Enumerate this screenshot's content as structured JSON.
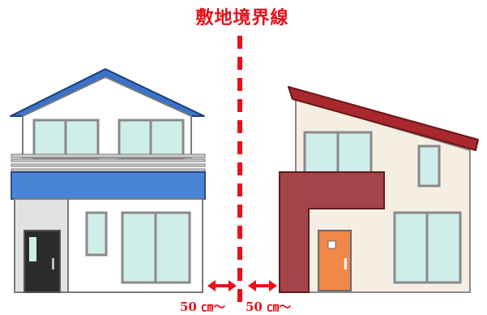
{
  "boundary_label": "敷地境界線",
  "distance_left": "50 ㎝〜",
  "distance_right": "50 ㎝〜",
  "colors": {
    "boundary": "#e8101a",
    "left_roof": "#3a73c9",
    "left_balcony": "#4a84d6",
    "right_roof": "#a8282e",
    "right_facade": "#a34548",
    "right_wall": "#f4efe2",
    "right_door": "#f2874a",
    "left_door": "#2b2b2b",
    "window_glass": "#cfeeea",
    "window_frame": "#8a8a8a"
  }
}
